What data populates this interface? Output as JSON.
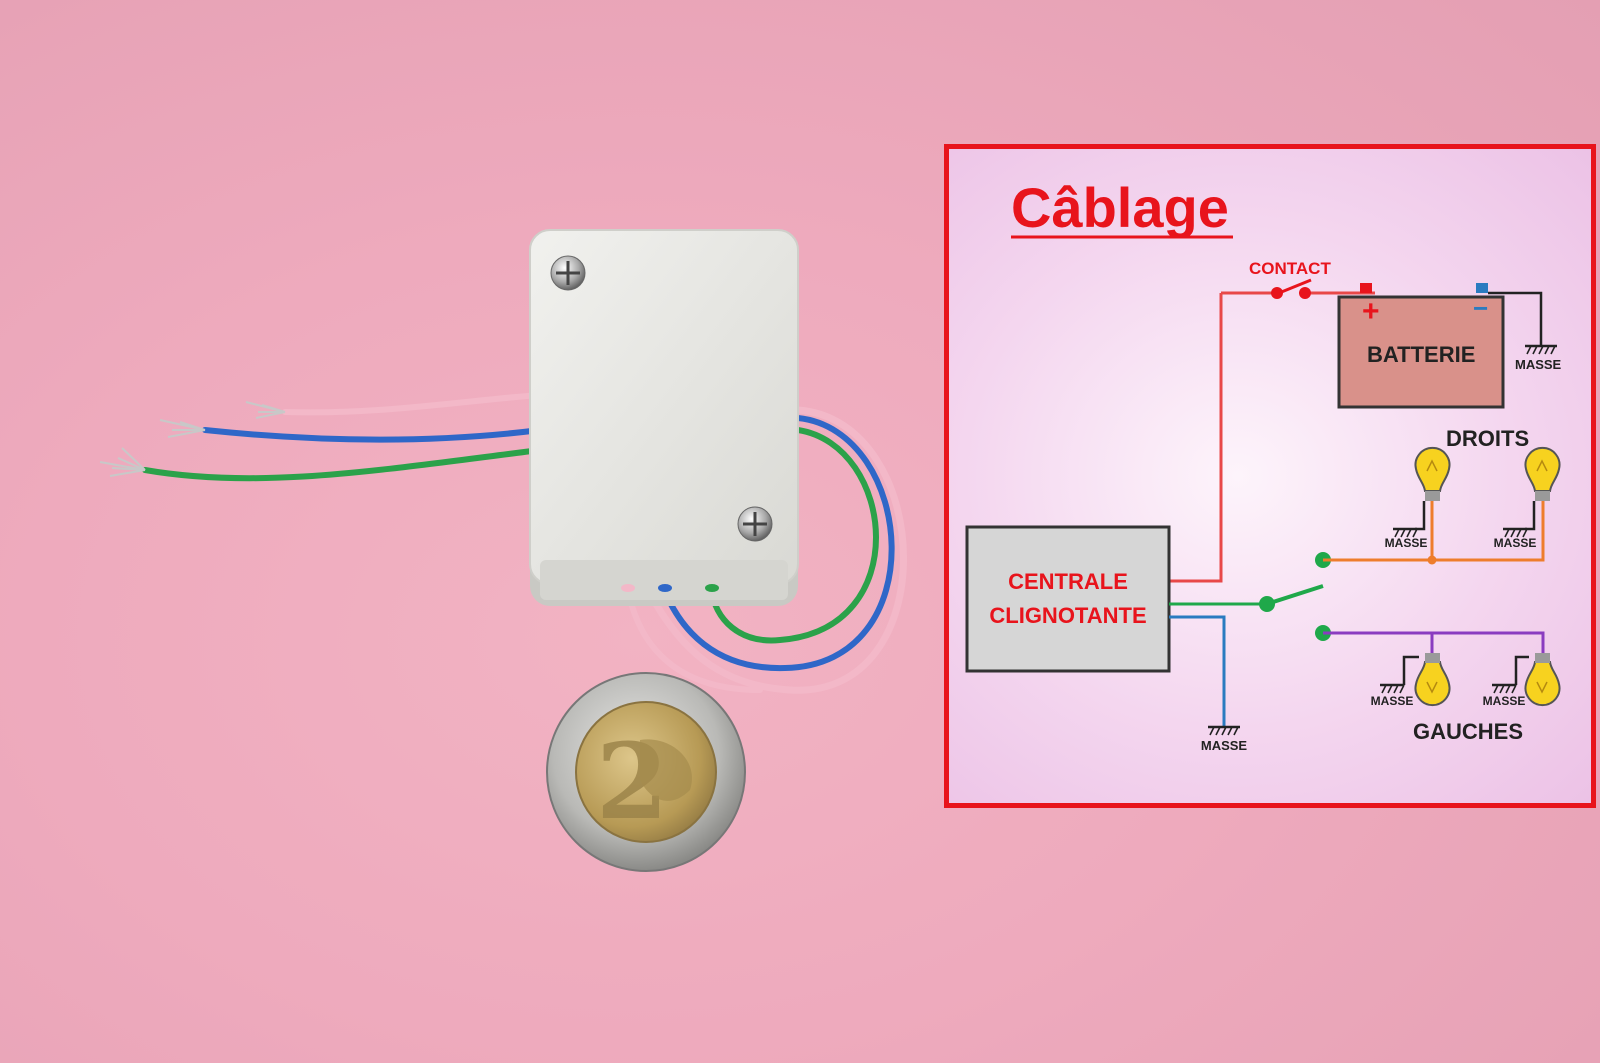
{
  "diagram": {
    "title": "Câblage",
    "contact_label": "CONTACT",
    "battery": {
      "label": "BATTERIE",
      "plus": "+",
      "minus": "−"
    },
    "module_line1": "CENTRALE",
    "module_line2": "CLIGNOTANTE",
    "right_lamps_label": "DROITS",
    "left_lamps_label": "GAUCHES",
    "ground_label": "MASSE"
  },
  "colors": {
    "frame": "#e8141c",
    "title": "#e8141c",
    "power_wire": "#e84848",
    "green_wire": "#1fa84a",
    "blue_wire": "#2a7bc0",
    "orange_wire": "#ee7d2c",
    "purple_wire": "#8a3cc0",
    "battery_fill": "#d9918a",
    "module_fill": "#d6d6d6",
    "lamp_yellow": "#f7d21f"
  }
}
